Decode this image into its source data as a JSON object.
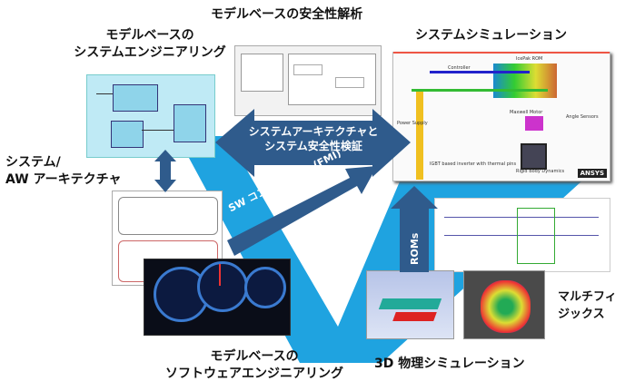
{
  "labels": {
    "safety_analysis": "モデルベースの安全性解析",
    "mbse_1": "モデルベースの",
    "mbse_2": "システムエンジニアリング",
    "system_sim": "システムシミュレーション",
    "arch_1": "システム/",
    "arch_2": "AW アーキテクチャ",
    "mbswe_1": "モデルベースの",
    "mbswe_2": "ソフトウェアエンジニアリング",
    "physics_3d": "3D 物理シミュレーション",
    "multi_1": "マルチフィ",
    "multi_2": "ジックス"
  },
  "arrows": {
    "arch_safety_1": "システムアーキテクチャと",
    "arch_safety_2": "システム安全性検証",
    "sw_component": "SW コンポーネント (FMI)",
    "roms": "ROMs"
  },
  "sim_panel": {
    "controller": "Controller",
    "icepak_rom": "IcePak ROM",
    "power_supply": "Power Supply",
    "maxwell_motor": "Maxwell Motor",
    "angle_sensors": "Angle Sensors",
    "inverter": "IGBT based inverter with thermal pins",
    "rigid_body": "Rigid Body Dynamics",
    "brand": "ANSYS"
  },
  "colors": {
    "v_shape": "#1fa3e0",
    "arrow": "#2f5b8c"
  }
}
